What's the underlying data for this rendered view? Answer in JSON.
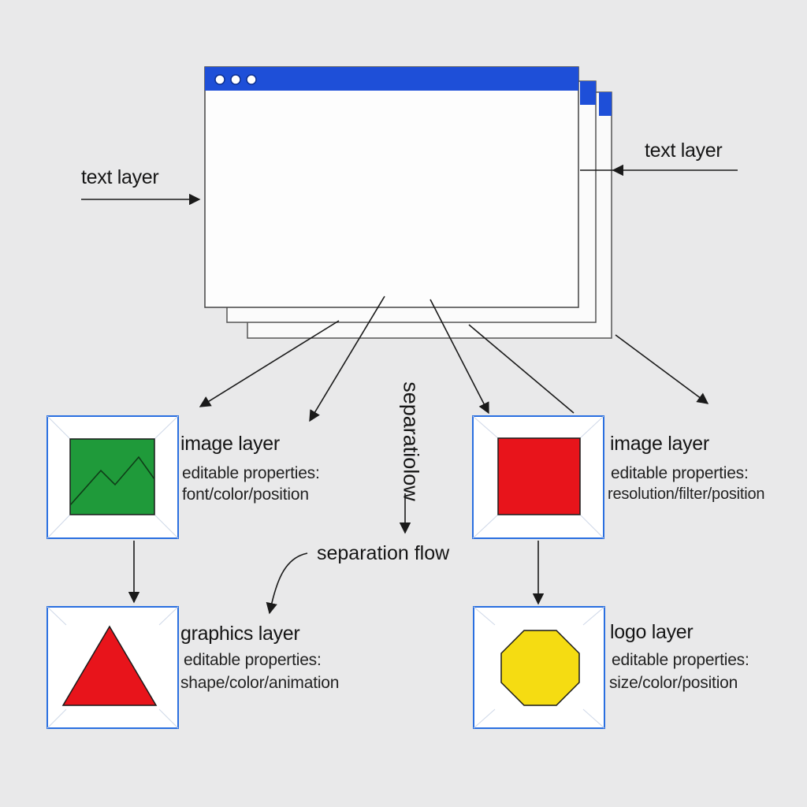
{
  "main_window": {
    "dots": [
      "window-dot",
      "window-dot",
      "window-dot"
    ],
    "header_color": "#1e4fd8"
  },
  "labels": {
    "text_layer_left": "text layer",
    "text_layer_right": "text layer",
    "vertical_flow": "separatiolow",
    "separation_flow": "separation flow"
  },
  "layers": [
    {
      "id": "image-layer-green",
      "title": "image layer",
      "subtitle": "editable properties:",
      "props": "font/color/position",
      "fill": "#1f9a3a",
      "icon": "mountain-chart-icon"
    },
    {
      "id": "image-layer-red",
      "title": "image layer",
      "subtitle": "editable properties:",
      "props": "resolution/filter/position",
      "fill": "#e8141b",
      "icon": "red-square-icon"
    },
    {
      "id": "graphics-layer",
      "title": "graphics layer",
      "subtitle": "editable properties:",
      "props": "shape/color/animation",
      "fill": "#e8141b",
      "icon": "triangle-icon"
    },
    {
      "id": "logo-layer",
      "title": "logo layer",
      "subtitle": "editable properties:",
      "props": "size/color/position",
      "fill": "#f5dc12",
      "icon": "octagon-icon"
    }
  ],
  "colors": {
    "frame": "#2a6fe0",
    "arrow": "#1a1a1a"
  }
}
